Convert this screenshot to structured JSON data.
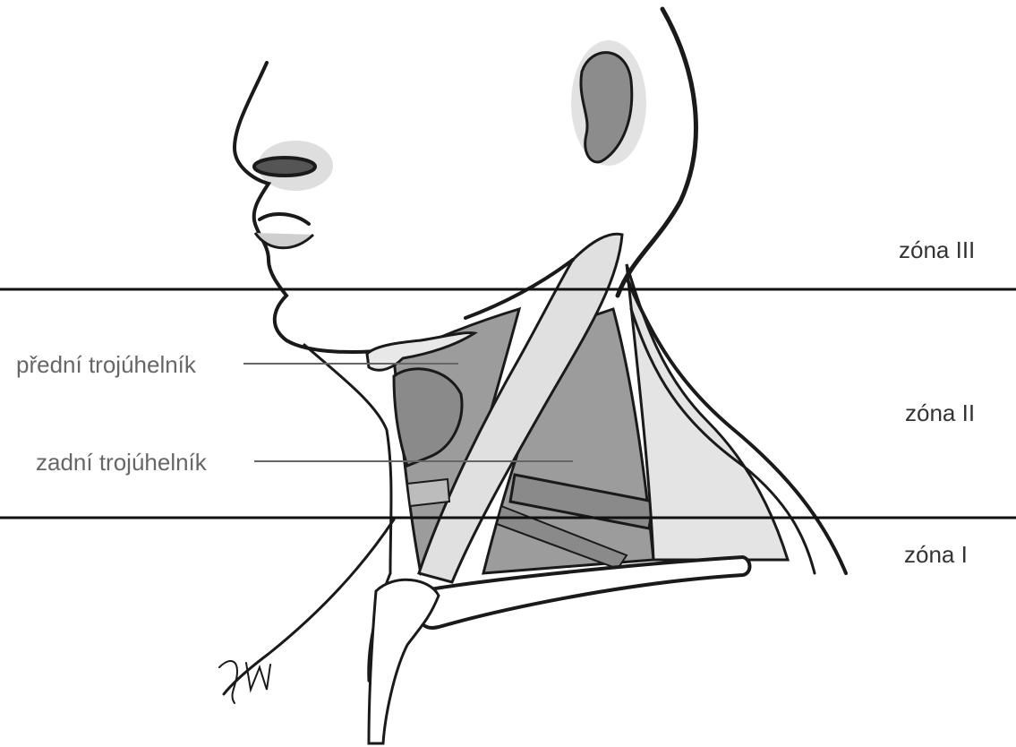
{
  "zones": {
    "zone_3": "zóna III",
    "zone_2": "zóna II",
    "zone_1": "zóna I"
  },
  "regions": {
    "anterior_triangle": "přední trojúhelník",
    "posterior_triangle": "zadní trojúhelník"
  },
  "signature": "ธพ",
  "colors": {
    "outline": "#1a1a1a",
    "triangle_fill": "#9c9c9c",
    "muscle_fill": "#dcdcdc",
    "shadow": "#d6d6d6",
    "label_text": "#666666",
    "zone_text": "#333333"
  }
}
